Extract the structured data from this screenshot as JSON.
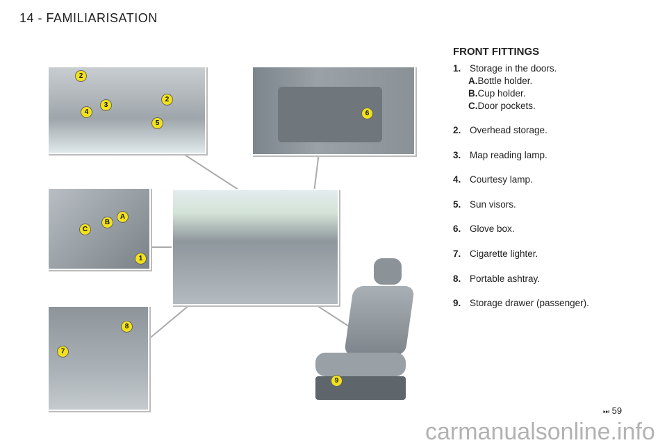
{
  "header": {
    "page_title": "14 - FAMILIARISATION"
  },
  "section": {
    "title": "FRONT FITTINGS"
  },
  "items": [
    {
      "num": "1.",
      "label": "Storage in the doors."
    },
    {
      "num": "2.",
      "label": "Overhead storage."
    },
    {
      "num": "3.",
      "label": "Map reading lamp."
    },
    {
      "num": "4.",
      "label": "Courtesy lamp."
    },
    {
      "num": "5.",
      "label": "Sun visors."
    },
    {
      "num": "6.",
      "label": "Glove box."
    },
    {
      "num": "7.",
      "label": "Cigarette lighter."
    },
    {
      "num": "8.",
      "label": "Portable ashtray."
    },
    {
      "num": "9.",
      "label": "Storage drawer (passenger)."
    }
  ],
  "subitems": [
    {
      "letter": "A.",
      "label": "Bottle holder."
    },
    {
      "letter": "B.",
      "label": "Cup holder."
    },
    {
      "letter": "C.",
      "label": "Door pockets."
    }
  ],
  "badges": {
    "b1": "1",
    "b2": "2",
    "b3": "3",
    "b4": "4",
    "b5": "5",
    "b6": "6",
    "b7": "7",
    "b8": "8",
    "b9": "9",
    "bA": "A",
    "bB": "B",
    "bC": "C"
  },
  "footer": {
    "icon": "fast-forward-icon",
    "page_ref": "59"
  },
  "watermark": "carmanualsonline.info",
  "colors": {
    "badge": "#f2e21c"
  }
}
